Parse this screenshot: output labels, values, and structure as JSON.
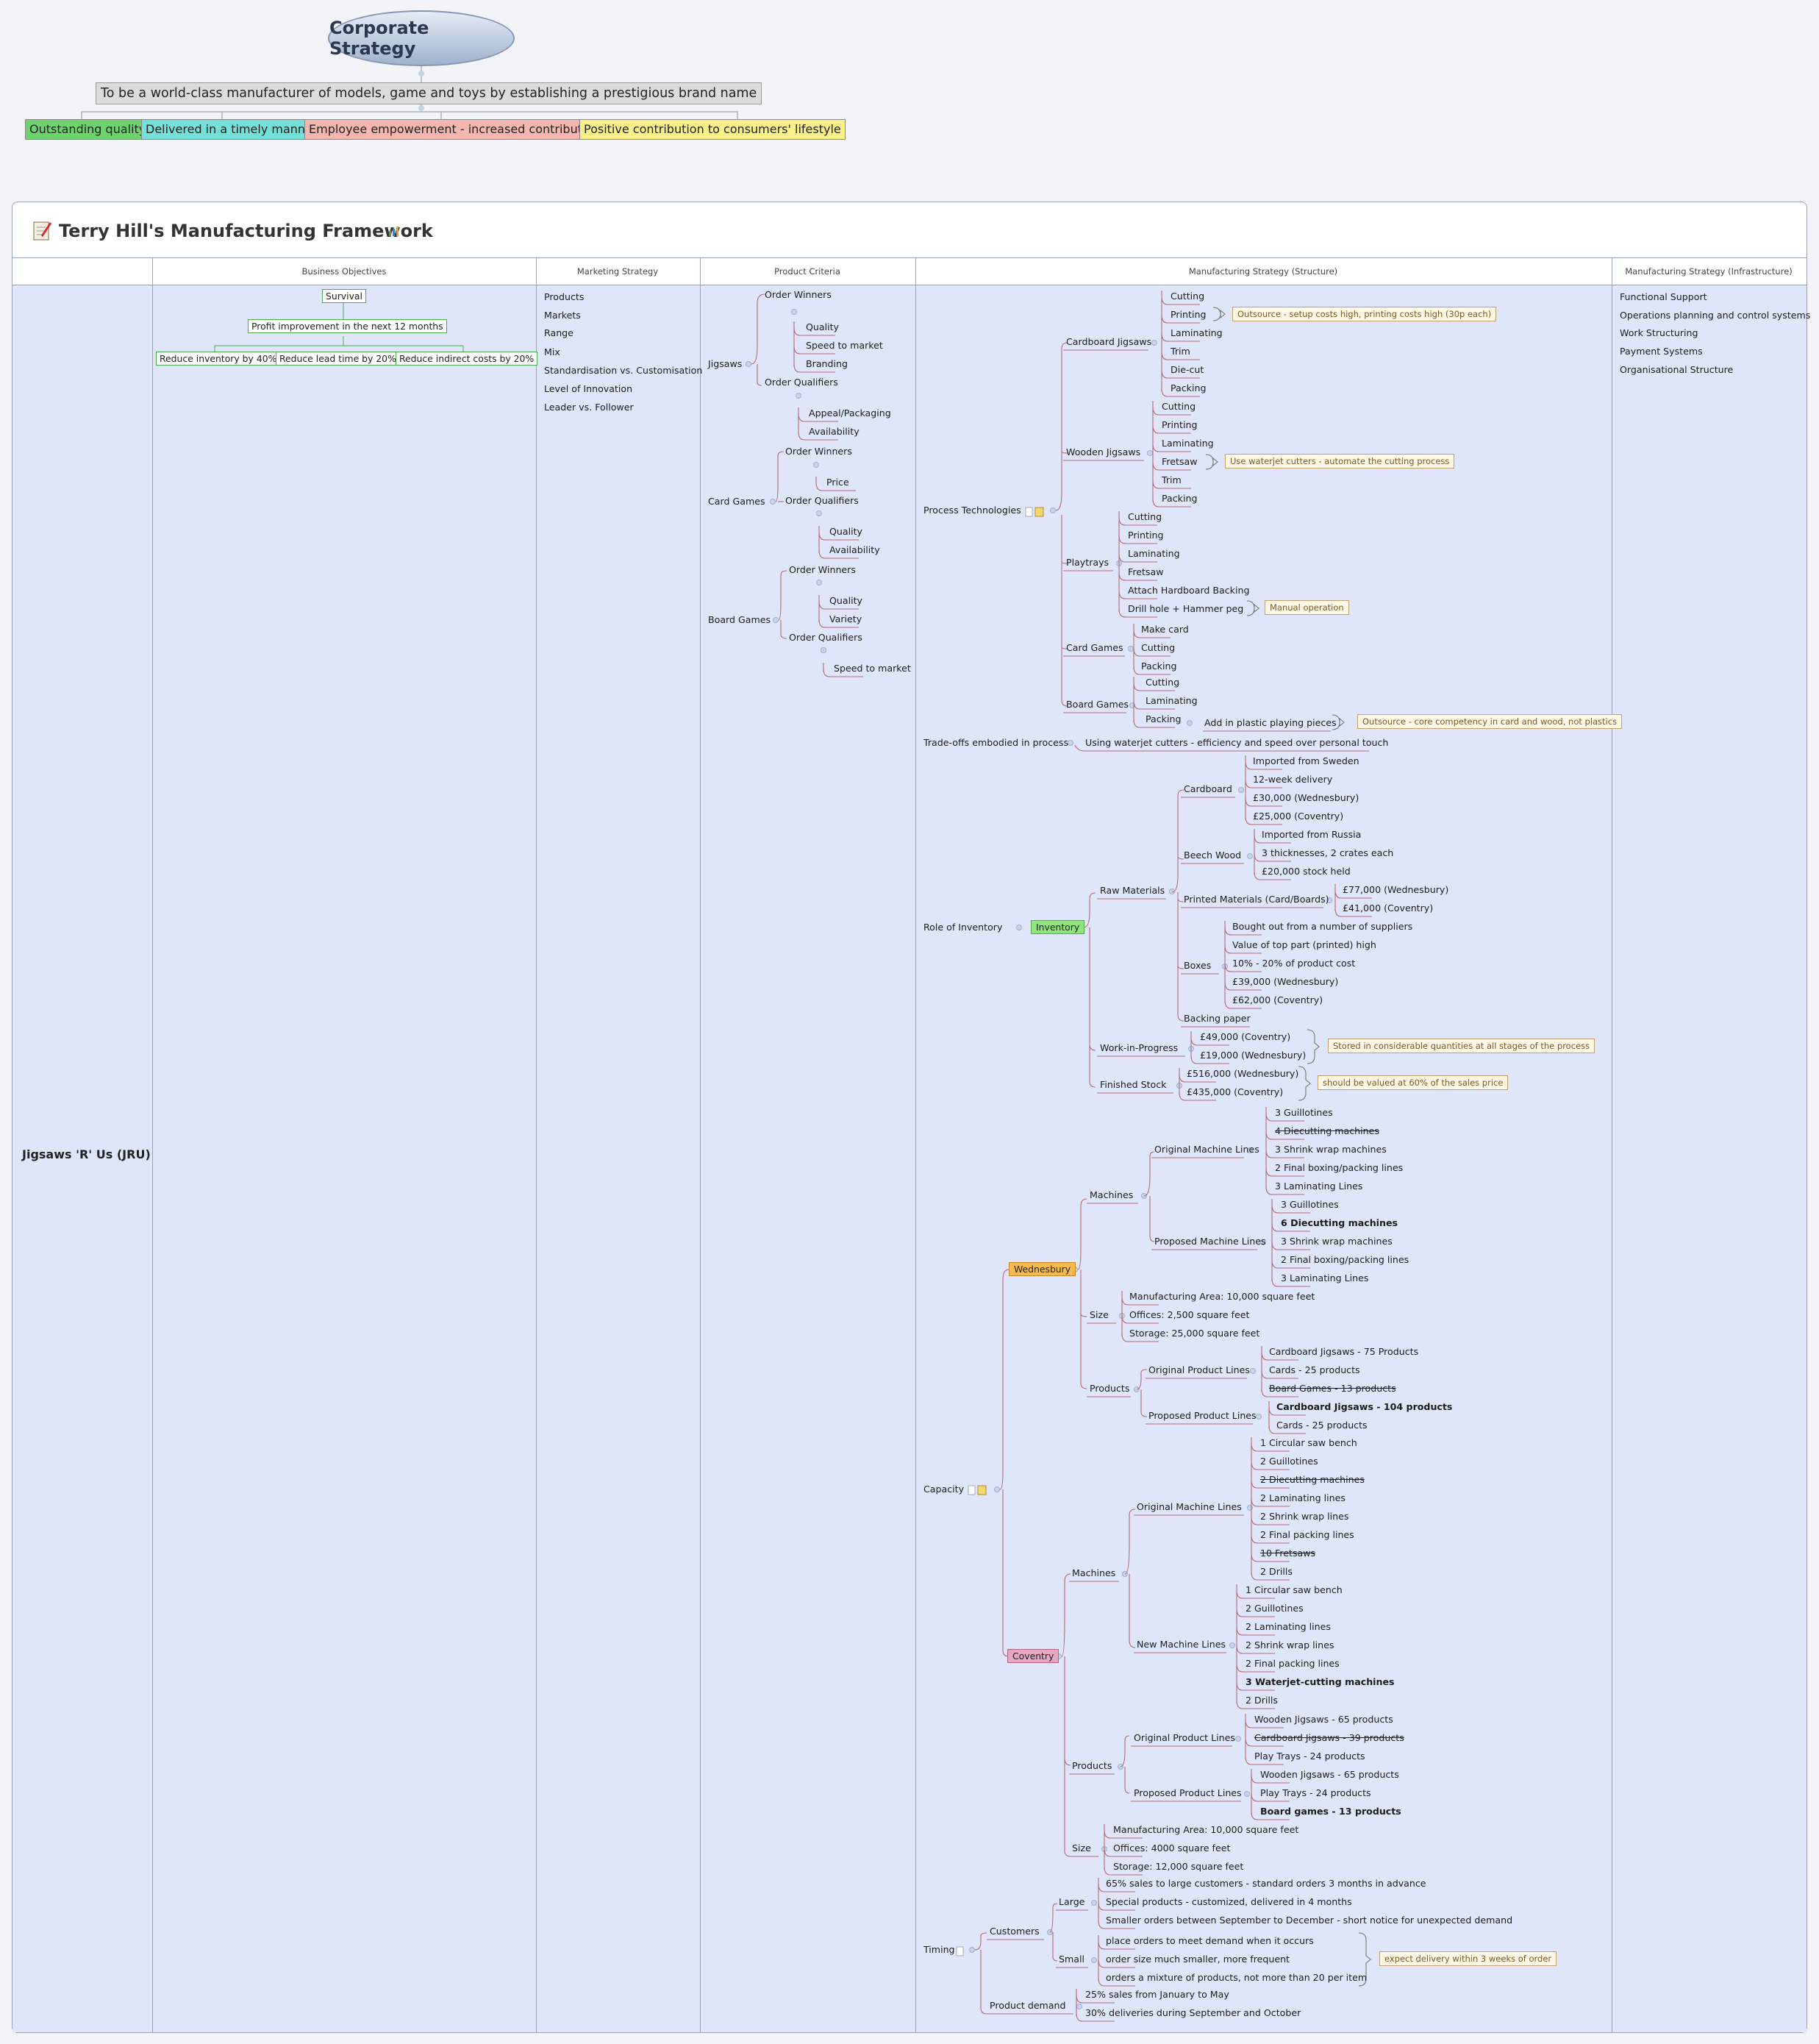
{
  "corporate": {
    "title": "Corporate Strategy",
    "mission": "To be a world-class manufacturer of models, game and toys by establishing a prestigious brand name",
    "goals": [
      "Outstanding quality",
      "Delivered in a timely manner",
      "Employee empowerment - increased contribution",
      "Positive contribution to consumers' lifestyle"
    ],
    "goal_colors": [
      "#6dd46d",
      "#73e0d9",
      "#f6b6b0",
      "#f9f08a"
    ]
  },
  "framework": {
    "title": "Terry Hill's Manufacturing Framework",
    "row_label": "Jigsaws 'R' Us (JRU)",
    "columns": [
      "Business Objectives",
      "Marketing Strategy",
      "Product Criteria",
      "Manufacturing Strategy (Structure)",
      "Manufacturing Strategy (Infrastructure)"
    ]
  },
  "business": {
    "survival": "Survival",
    "profit": "Profit improvement in the next 12 months",
    "subs": [
      "Reduce inventory by 40%",
      "Reduce lead time by 20%",
      "Reduce indirect costs by 20%"
    ]
  },
  "marketing": [
    "Products",
    "Markets",
    "Range",
    "Mix",
    "Standardisation vs. Customisation",
    "Level of Innovation",
    "Leader vs. Follower"
  ],
  "product_criteria": {
    "jigsaws": "Jigsaws",
    "card_games": "Card Games",
    "board_games": "Board Games",
    "order_winners": "Order Winners",
    "order_qualifiers": "Order Qualifiers",
    "jw": [
      "Quality",
      "Speed to market",
      "Branding"
    ],
    "jq": [
      "Appeal/Packaging",
      "Availability"
    ],
    "cw": [
      "Price"
    ],
    "cq": [
      "Quality",
      "Availability"
    ],
    "bw": [
      "Quality",
      "Variety"
    ],
    "bq": [
      "Speed to market"
    ]
  },
  "infrastructure": [
    "Functional Support",
    "Operations planning and control systems",
    "Work Structuring",
    "Payment Systems",
    "Organisational Structure"
  ],
  "structure": {
    "process_tech": "Process Technologies",
    "cj": "Cardboard Jigsaws",
    "cj_items": [
      "Cutting",
      "Printing",
      "Laminating",
      "Trim",
      "Die-cut",
      "Packing"
    ],
    "cj_note": "Outsource - setup costs high, printing costs high (30p each)",
    "wj": "Wooden Jigsaws",
    "wj_items": [
      "Cutting",
      "Printing",
      "Laminating",
      "Fretsaw",
      "Trim",
      "Packing"
    ],
    "wj_note": "Use waterjet cutters - automate the cutting process",
    "pt": "Playtrays",
    "pt_items": [
      "Cutting",
      "Printing",
      "Laminating",
      "Fretsaw",
      "Attach Hardboard Backing",
      "Drill hole + Hammer peg"
    ],
    "pt_note": "Manual operation",
    "cg": "Card Games",
    "cg_items": [
      "Make card",
      "Cutting",
      "Packing"
    ],
    "bg": "Board Games",
    "bg_items": [
      "Cutting",
      "Laminating",
      "Packing"
    ],
    "bg_sub": "Add in plastic playing pieces",
    "bg_note": "Outsource - core competency in card and wood, not plastics",
    "tradeoffs": "Trade-offs embodied in process",
    "tradeoffs_item": "Using waterjet cutters - efficiency and speed over personal touch",
    "role_inv": "Role of Inventory",
    "inventory": "Inventory",
    "raw": "Raw Materials",
    "cardboard": "Cardboard",
    "cardboard_items": [
      "Imported from Sweden",
      "12-week delivery",
      "£30,000 (Wednesbury)",
      "£25,000 (Coventry)"
    ],
    "beech": "Beech Wood",
    "beech_items": [
      "Imported from Russia",
      "3 thicknesses, 2 crates each",
      "£20,000 stock held"
    ],
    "printed": "Printed Materials (Card/Boards)",
    "printed_items": [
      "£77,000 (Wednesbury)",
      "£41,000 (Coventry)"
    ],
    "boxes": "Boxes",
    "boxes_items": [
      "Bought out from a number of suppliers",
      "Value of top part (printed) high",
      "10% - 20% of product cost",
      "£39,000 (Wednesbury)",
      "£62,000 (Coventry)"
    ],
    "backing": "Backing paper",
    "wip": "Work-in-Progress",
    "wip_items": [
      "£49,000 (Coventry)",
      "£19,000 (Wednesbury)"
    ],
    "wip_note": "Stored in considerable quantities at all stages of the process",
    "fs": "Finished Stock",
    "fs_items": [
      "£516,000 (Wednesbury)",
      "£435,000 (Coventry)"
    ],
    "fs_note": "should be valued at 60% of the sales price",
    "capacity": "Capacity",
    "wed": "Wednesbury",
    "machines": "Machines",
    "orig_ml": "Original Machine Lines",
    "prop_ml": "Proposed Machine Lines",
    "new_ml": "New Machine Lines",
    "w_orig": [
      "3 Guillotines",
      "4 Diecutting machines",
      "3 Shrink wrap machines",
      "2 Final boxing/packing lines",
      "3 Laminating Lines"
    ],
    "w_prop": [
      "3 Guillotines",
      "6 Diecutting machines",
      "3 Shrink wrap machines",
      "2 Final boxing/packing lines",
      "3 Laminating Lines"
    ],
    "size": "Size",
    "w_size": [
      "Manufacturing Area: 10,000 square feet",
      "Offices: 2,500 square feet",
      "Storage: 25,000 square feet"
    ],
    "products": "Products",
    "orig_pl": "Original Product Lines",
    "prop_pl": "Proposed Product Lines",
    "w_opl": [
      "Cardboard Jigsaws - 75 Products",
      "Cards - 25 products",
      "Board Games - 13 products"
    ],
    "w_ppl": [
      "Cardboard Jigsaws - 104 products",
      "Cards - 25 products"
    ],
    "cov": "Coventry",
    "c_orig": [
      "1 Circular saw bench",
      "2 Guillotines",
      "2 Diecutting machines",
      "2 Laminating lines",
      "2 Shrink wrap lines",
      "2 Final packing lines",
      "10 Fretsaws",
      "2 Drills"
    ],
    "c_new": [
      "1 Circular saw bench",
      "2 Guillotines",
      "2 Laminating lines",
      "2 Shrink wrap lines",
      "2 Final packing lines",
      "3 Waterjet-cutting machines",
      "2 Drills"
    ],
    "c_opl": [
      "Wooden Jigsaws - 65 products",
      "Cardboard Jigsaws - 39 products",
      "Play Trays - 24 products"
    ],
    "c_ppl": [
      "Wooden Jigsaws - 65 products",
      "Play Trays - 24 products",
      "Board games - 13 products"
    ],
    "c_size": [
      "Manufacturing Area: 10,000 square feet",
      "Offices: 4000 square feet",
      "Storage: 12,000 square feet"
    ],
    "timing": "Timing",
    "customers": "Customers",
    "large": "Large",
    "small": "Small",
    "large_items": [
      "65% sales to large customers - standard orders 3 months in advance",
      "Special products - customized, delivered in 4 months",
      "Smaller orders between September to December - short notice for unexpected demand"
    ],
    "small_items": [
      "place orders to meet demand when it occurs",
      "order size much smaller, more frequent",
      "orders a mixture of products, not more than 20 per item"
    ],
    "small_note": "expect delivery within 3 weeks of order",
    "demand": "Product demand",
    "demand_items": [
      "25% sales from January to May",
      "30% deliveries during September and October"
    ]
  }
}
